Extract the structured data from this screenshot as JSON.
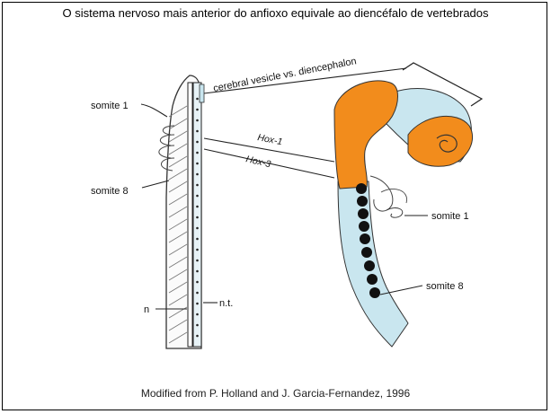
{
  "title": "O sistema nervoso mais anterior do anfioxo equivale ao diencéfalo de vertebrados",
  "labels": {
    "cerebral_vesicle": "cerebral vesicle vs. diencephalon",
    "hox1": "Hox-1",
    "hox3": "Hox-3",
    "somite1_left": "somite 1",
    "somite8_left": "somite 8",
    "n": "n",
    "nt": "n.t.",
    "somite1_right": "somite 1",
    "somite8_right": "somite 8"
  },
  "credit": "Modified from P. Holland and J. Garcia-Fernandez, 1996",
  "colors": {
    "brain_orange": "#f28c1c",
    "neural_tube_blue": "#c9e6ef",
    "somite_black": "#111111"
  }
}
